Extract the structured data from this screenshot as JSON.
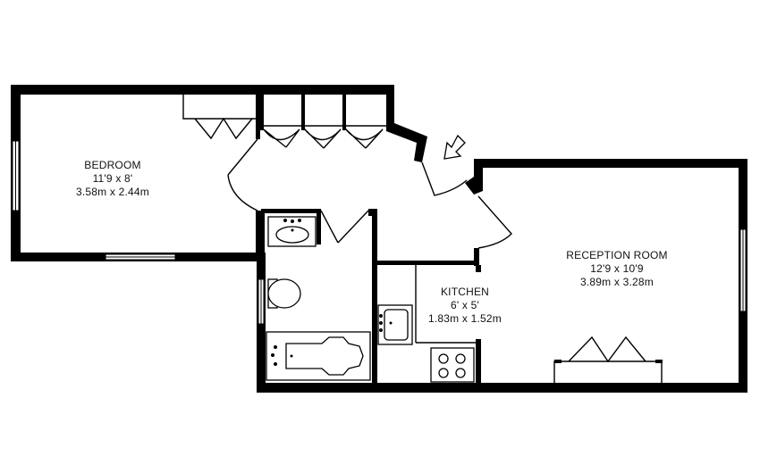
{
  "rooms": {
    "bedroom": {
      "name": "BEDROOM",
      "imperial": "11'9 x 8'",
      "metric": "3.58m x 2.44m"
    },
    "kitchen": {
      "name": "KITCHEN",
      "imperial": "6' x 5'",
      "metric": "1.83m x 1.52m"
    },
    "reception": {
      "name": "RECEPTION ROOM",
      "imperial": "12'9 x 10'9",
      "metric": "3.89m x 3.28m"
    }
  },
  "icons": [
    "entrance-arrow-icon",
    "sink-icon",
    "toilet-icon",
    "bath-icon",
    "hob-icon"
  ]
}
